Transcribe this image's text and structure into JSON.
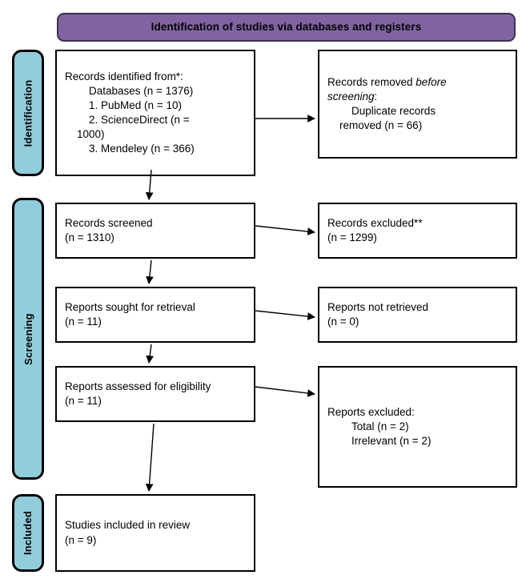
{
  "banner": {
    "title": "Identification of studies via databases and registers"
  },
  "stages": [
    {
      "id": "identification",
      "label": "Identification"
    },
    {
      "id": "screening",
      "label": "Screening"
    },
    {
      "id": "included",
      "label": "Included"
    }
  ],
  "boxes": {
    "identified": {
      "name": "records-identified",
      "text": "Records identified from*:\n        Databases (n = 1376)\n        1. PubMed (n = 10)\n        2. ScienceDirect (n =\n    1000)\n        3. Mendeley (n = 366)"
    },
    "removed": {
      "name": "records-removed-before-screening",
      "line1": "Records removed ",
      "italic1": "before",
      "line2": "screening",
      "line2_tail": ":",
      "line3": "        Duplicate records\n    removed (n = 66)"
    },
    "screened": {
      "name": "records-screened",
      "text": "Records screened\n(n = 1310)"
    },
    "excluded": {
      "name": "records-excluded",
      "text": "Records excluded**\n(n = 1299)"
    },
    "sought": {
      "name": "reports-sought-for-retrieval",
      "text": "Reports sought for retrieval\n(n = 11)"
    },
    "notretrieved": {
      "name": "reports-not-retrieved",
      "text": "Reports not retrieved\n(n = 0)"
    },
    "assessed": {
      "name": "reports-assessed-for-eligibility",
      "text": "Reports assessed for eligibility\n(n = 11)"
    },
    "repexcluded": {
      "name": "reports-excluded",
      "text": "Reports excluded:\n        Total (n = 2)\n        Irrelevant (n = 2)"
    },
    "included": {
      "name": "studies-included-in-review",
      "text": "Studies included in review\n(n = 9)"
    }
  },
  "counts": {
    "databases_total": 1376,
    "pubmed": 10,
    "sciencedirect": 1000,
    "mendeley": 366,
    "duplicates_removed": 66,
    "records_screened": 1310,
    "records_excluded": 1299,
    "reports_sought": 11,
    "reports_not_retrieved": 0,
    "reports_assessed": 11,
    "reports_excluded_total": 2,
    "reports_excluded_irrelevant": 2,
    "studies_included": 9
  },
  "colors": {
    "banner_fill": "#8064A2",
    "stage_fill": "#92CDDC",
    "box_border": "#000000",
    "page_background": "#ffffff"
  }
}
